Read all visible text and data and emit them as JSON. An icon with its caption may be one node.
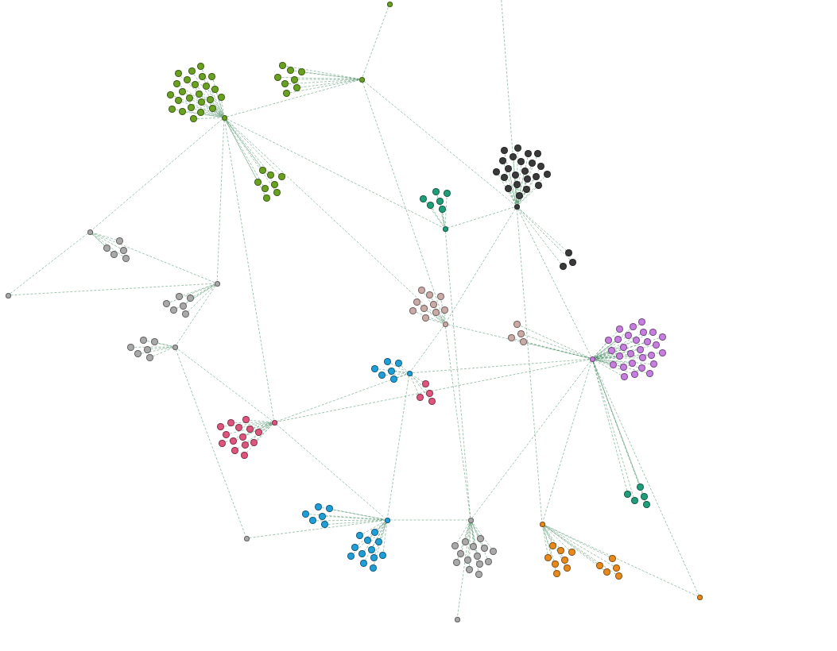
{
  "diagram": {
    "nodes": [
      {
        "text": [],
        "shape": "circle"
      },
      {
        "text": [],
        "shape": "circle"
      },
      {
        "text": [],
        "shape": "circle"
      },
      {
        "text": [],
        "shape": "circle"
      },
      {
        "text": [],
        "shape": "circle"
      },
      {
        "text": [],
        "shape": "circle"
      },
      {
        "text": [],
        "shape": "circle"
      },
      {
        "text": [],
        "shape": "circle"
      },
      {
        "text": [],
        "shape": "circle"
      },
      {
        "text": [],
        "shape": "circle"
      },
      {
        "text": [],
        "shape": "circle"
      },
      {
        "text": [],
        "shape": "circle"
      },
      {
        "text": [],
        "shape": "circle"
      },
      {
        "text": [],
        "shape": "circle"
      },
      {
        "text": [],
        "shape": "circle"
      },
      {
        "text": [],
        "shape": "circle"
      },
      {
        "text": [],
        "shape": "circle"
      },
      {
        "text": [],
        "shape": "circle"
      },
      {
        "text": [],
        "shape": "circle"
      },
      {
        "text": [],
        "shape": "circle"
      },
      {
        "text": [],
        "shape": "circle"
      },
      {
        "text": [],
        "shape": "circle"
      },
      {
        "text": [],
        "shape": "circle"
      },
      {
        "text": [],
        "shape": "circle"
      },
      {
        "text": [],
        "shape": "circle"
      },
      {
        "text": [],
        "shape": "circle"
      },
      {
        "text": [],
        "shape": "circle"
      },
      {
        "text": [],
        "shape": "circle"
      },
      {
        "text": [],
        "shape": "circle"
      },
      {
        "text": [],
        "shape": "circle"
      },
      {
        "text": [],
        "shape": "circle"
      },
      {
        "text": [],
        "shape": "circle"
      },
      {
        "text": [],
        "shape": "circle"
      },
      {
        "text": [],
        "shape": "circle"
      },
      {
        "text": [],
        "shape": "circle"
      },
      {
        "text": [],
        "shape": "circle"
      },
      {
        "text": [],
        "shape": "circle"
      },
      {
        "text": [],
        "shape": "circle"
      },
      {
        "text": [],
        "shape": "circle"
      },
      {
        "text": [],
        "shape": "circle"
      },
      {
        "text": [],
        "shape": "circle"
      },
      {
        "text": [],
        "shape": "circle"
      },
      {
        "text": [],
        "shape": "circle"
      },
      {
        "text": [],
        "shape": "circle"
      },
      {
        "text": [],
        "shape": "circle"
      },
      {
        "text": [],
        "shape": "circle"
      },
      {
        "text": [],
        "shape": "circle"
      },
      {
        "text": [],
        "shape": "circle"
      },
      {
        "text": [],
        "shape": "circle"
      },
      {
        "text": [],
        "shape": "circle"
      },
      {
        "text": [],
        "shape": "circle"
      },
      {
        "text": [],
        "shape": "circle"
      },
      {
        "text": [],
        "shape": "circle"
      },
      {
        "text": [],
        "shape": "circle"
      },
      {
        "text": [],
        "shape": "circle"
      },
      {
        "text": [],
        "shape": "circle"
      },
      {
        "text": [],
        "shape": "circle"
      },
      {
        "text": [],
        "shape": "circle"
      },
      {
        "text": [],
        "shape": "circle"
      },
      {
        "text": [],
        "shape": "circle"
      },
      {
        "text": [],
        "shape": "circle"
      },
      {
        "text": [],
        "shape": "circle"
      },
      {
        "text": [],
        "shape": "circle"
      },
      {
        "text": [],
        "shape": "circle"
      },
      {
        "text": [],
        "shape": "circle"
      },
      {
        "text": [],
        "shape": "circle"
      },
      {
        "text": [],
        "shape": "circle"
      },
      {
        "text": [],
        "shape": "circle"
      },
      {
        "text": [],
        "shape": "circle"
      },
      {
        "text": [],
        "shape": "circle"
      },
      {
        "text": [],
        "shape": "circle"
      },
      {
        "text": [],
        "shape": "circle"
      },
      {
        "text": [],
        "shape": "circle"
      },
      {
        "text": [],
        "shape": "circle"
      },
      {
        "text": [],
        "shape": "circle"
      },
      {
        "text": [],
        "shape": "circle"
      },
      {
        "text": [],
        "shape": "circle"
      },
      {
        "text": [],
        "shape": "circle"
      },
      {
        "text": [],
        "shape": "circle"
      },
      {
        "text": [],
        "shape": "circle"
      },
      {
        "text": [],
        "shape": "circle"
      },
      {
        "text": [],
        "shape": "circle"
      },
      {
        "text": [],
        "shape": "circle"
      },
      {
        "text": [],
        "shape": "circle"
      },
      {
        "text": [],
        "shape": "circle"
      },
      {
        "text": [],
        "shape": "circle"
      },
      {
        "text": [],
        "shape": "circle"
      },
      {
        "text": [],
        "shape": "circle"
      },
      {
        "text": [],
        "shape": "circle"
      },
      {
        "text": [],
        "shape": "circle"
      },
      {
        "text": [],
        "shape": "circle"
      },
      {
        "text": [],
        "shape": "circle"
      },
      {
        "text": [],
        "shape": "circle"
      },
      {
        "text": [],
        "shape": "circle"
      },
      {
        "text": [],
        "shape": "circle"
      },
      {
        "text": [],
        "shape": "circle"
      },
      {
        "text": [],
        "shape": "circle"
      },
      {
        "text": [],
        "shape": "circle"
      },
      {
        "text": [],
        "shape": "circle"
      },
      {
        "text": [],
        "shape": "circle"
      },
      {
        "text": [],
        "shape": "circle"
      },
      {
        "text": [],
        "shape": "circle"
      },
      {
        "text": [],
        "shape": "circle"
      },
      {
        "text": [],
        "shape": "circle"
      },
      {
        "text": [],
        "shape": "circle"
      },
      {
        "text": [],
        "shape": "circle"
      },
      {
        "text": [],
        "shape": "circle"
      },
      {
        "text": [],
        "shape": "circle"
      },
      {
        "text": [],
        "shape": "circle"
      },
      {
        "text": [],
        "shape": "circle"
      },
      {
        "text": [],
        "shape": "circle"
      },
      {
        "text": [],
        "shape": "circle"
      },
      {
        "text": [],
        "shape": "circle"
      },
      {
        "text": [],
        "shape": "circle"
      },
      {
        "text": [],
        "shape": "circle"
      },
      {
        "text": [],
        "shape": "circle"
      },
      {
        "text": [],
        "shape": "circle"
      },
      {
        "text": [],
        "shape": "circle"
      },
      {
        "text": [],
        "shape": "circle"
      },
      {
        "text": [],
        "shape": "circle"
      },
      {
        "text": [],
        "shape": "circle"
      },
      {
        "text": [],
        "shape": "circle"
      },
      {
        "text": [],
        "shape": "circle"
      },
      {
        "text": [],
        "shape": "circle"
      },
      {
        "text": [],
        "shape": "circle"
      },
      {
        "text": [],
        "shape": "circle"
      },
      {
        "text": [],
        "shape": "circle"
      },
      {
        "text": [],
        "shape": "circle"
      },
      {
        "text": [],
        "shape": "circle"
      },
      {
        "text": [],
        "shape": "circle"
      },
      {
        "text": [],
        "shape": "circle"
      },
      {
        "text": [],
        "shape": "circle"
      },
      {
        "text": [],
        "shape": "circle"
      },
      {
        "text": [],
        "shape": "circle"
      },
      {
        "text": [],
        "shape": "circle"
      },
      {
        "text": [],
        "shape": "circle"
      },
      {
        "text": [],
        "shape": "circle"
      },
      {
        "text": [],
        "shape": "circle"
      },
      {
        "text": [],
        "shape": "circle"
      },
      {
        "text": [],
        "shape": "circle"
      },
      {
        "text": [],
        "shape": "circle"
      },
      {
        "text": [],
        "shape": "circle"
      },
      {
        "text": [],
        "shape": "circle"
      },
      {
        "text": [],
        "shape": "circle"
      },
      {
        "text": [],
        "shape": "circle"
      },
      {
        "text": [],
        "shape": "circle"
      },
      {
        "text": [],
        "shape": "circle"
      },
      {
        "text": [],
        "shape": "circle"
      },
      {
        "text": [],
        "shape": "circle"
      },
      {
        "text": [],
        "shape": "circle"
      },
      {
        "text": [],
        "shape": "circle"
      },
      {
        "text": [],
        "shape": "circle"
      },
      {
        "text": [],
        "shape": "circle"
      },
      {
        "text": [],
        "shape": "circle"
      },
      {
        "text": [],
        "shape": "circle"
      },
      {
        "text": [],
        "shape": "circle"
      },
      {
        "text": [],
        "shape": "circle"
      },
      {
        "text": [],
        "shape": "circle"
      },
      {
        "text": [],
        "shape": "circle"
      },
      {
        "text": [],
        "shape": "circle"
      },
      {
        "text": [],
        "shape": "circle"
      },
      {
        "text": [],
        "shape": "circle"
      },
      {
        "text": [],
        "shape": "circle"
      },
      {
        "text": [],
        "shape": "circle"
      },
      {
        "text": [],
        "shape": "circle"
      },
      {
        "text": [],
        "shape": "circle"
      },
      {
        "text": [],
        "shape": "circle"
      },
      {
        "text": [],
        "shape": "circle"
      },
      {
        "text": [],
        "shape": "circle"
      },
      {
        "text": [],
        "shape": "circle"
      },
      {
        "text": [],
        "shape": "circle"
      },
      {
        "text": [],
        "shape": "circle"
      },
      {
        "text": [],
        "shape": "circle"
      },
      {
        "text": [],
        "shape": "circle"
      },
      {
        "text": [],
        "shape": "circle"
      },
      {
        "text": [],
        "shape": "circle"
      },
      {
        "text": [],
        "shape": "circle"
      },
      {
        "text": [],
        "shape": "circle"
      },
      {
        "text": [],
        "shape": "circle"
      },
      {
        "text": [],
        "shape": "circle"
      },
      {
        "text": [],
        "shape": "circle"
      },
      {
        "text": [],
        "shape": "circle"
      },
      {
        "text": [],
        "shape": "circle"
      },
      {
        "text": [],
        "shape": "circle"
      },
      {
        "text": [],
        "shape": "circle"
      },
      {
        "text": [],
        "shape": "circle"
      },
      {
        "text": [],
        "shape": "circle"
      },
      {
        "text": [],
        "shape": "circle"
      },
      {
        "text": [],
        "shape": "circle"
      },
      {
        "text": [],
        "shape": "circle"
      },
      {
        "text": [],
        "shape": "circle"
      },
      {
        "text": [],
        "shape": "circle"
      },
      {
        "text": [],
        "shape": "circle"
      },
      {
        "text": [],
        "shape": "circle"
      },
      {
        "text": [],
        "shape": "circle"
      },
      {
        "text": [],
        "shape": "circle"
      },
      {
        "text": [],
        "shape": "circle"
      },
      {
        "text": [],
        "shape": "circle"
      },
      {
        "text": [],
        "shape": "circle"
      },
      {
        "text": [],
        "shape": "circle"
      },
      {
        "text": [],
        "shape": "circle"
      },
      {
        "text": [],
        "shape": "circle"
      },
      {
        "text": [],
        "shape": "circle"
      },
      {
        "text": [],
        "shape": "circle"
      },
      {
        "text": [],
        "shape": "circle"
      },
      {
        "text": [],
        "shape": "circle"
      },
      {
        "text": [],
        "shape": "circle"
      },
      {
        "text": [],
        "shape": "circle"
      },
      {
        "text": [],
        "shape": "circle"
      },
      {
        "text": [],
        "shape": "circle"
      },
      {
        "text": [],
        "shape": "circle"
      },
      {
        "text": [],
        "shape": "circle"
      },
      {
        "text": [],
        "shape": "circle"
      },
      {
        "text": [],
        "shape": "circle"
      },
      {
        "text": [],
        "shape": "circle"
      },
      {
        "text": [],
        "shape": "circle"
      },
      {
        "text": [],
        "shape": "circle"
      },
      {
        "text": [],
        "shape": "circle"
      },
      {
        "text": [],
        "shape": "circle"
      },
      {
        "text": [],
        "shape": "circle"
      },
      {
        "text": [],
        "shape": "circle"
      },
      {
        "text": [],
        "shape": "circle"
      },
      {
        "text": [],
        "shape": "circle"
      }
    ],
    "edges": [
      {
        "from": 19,
        "to": 0,
        "arrow": "none"
      },
      {
        "from": 20,
        "to": 0,
        "arrow": "none"
      },
      {
        "from": 21,
        "to": 0,
        "arrow": "none"
      },
      {
        "from": 22,
        "to": 0,
        "arrow": "none"
      },
      {
        "from": 23,
        "to": 0,
        "arrow": "none"
      },
      {
        "from": 24,
        "to": 0,
        "arrow": "none"
      },
      {
        "from": 25,
        "to": 0,
        "arrow": "none"
      },
      {
        "from": 26,
        "to": 0,
        "arrow": "none"
      },
      {
        "from": 27,
        "to": 0,
        "arrow": "none"
      },
      {
        "from": 28,
        "to": 0,
        "arrow": "none"
      },
      {
        "from": 29,
        "to": 0,
        "arrow": "none"
      },
      {
        "from": 30,
        "to": 0,
        "arrow": "none"
      },
      {
        "from": 31,
        "to": 0,
        "arrow": "none"
      },
      {
        "from": 32,
        "to": 0,
        "arrow": "none"
      },
      {
        "from": 33,
        "to": 0,
        "arrow": "none"
      },
      {
        "from": 34,
        "to": 0,
        "arrow": "none"
      },
      {
        "from": 35,
        "to": 0,
        "arrow": "none"
      },
      {
        "from": 36,
        "to": 0,
        "arrow": "none"
      },
      {
        "from": 37,
        "to": 0,
        "arrow": "none"
      },
      {
        "from": 38,
        "to": 0,
        "arrow": "none"
      },
      {
        "from": 39,
        "to": 0,
        "arrow": "none"
      },
      {
        "from": 40,
        "to": 0,
        "arrow": "none"
      },
      {
        "from": 41,
        "to": 0,
        "arrow": "none"
      },
      {
        "from": 42,
        "to": 0,
        "arrow": "none"
      },
      {
        "from": 43,
        "to": 1,
        "arrow": "none"
      },
      {
        "from": 44,
        "to": 1,
        "arrow": "none"
      },
      {
        "from": 45,
        "to": 1,
        "arrow": "none"
      },
      {
        "from": 46,
        "to": 1,
        "arrow": "none"
      },
      {
        "from": 47,
        "to": 1,
        "arrow": "none"
      },
      {
        "from": 48,
        "to": 1,
        "arrow": "none"
      },
      {
        "from": 49,
        "to": 1,
        "arrow": "none"
      },
      {
        "from": 50,
        "to": 1,
        "arrow": "none"
      },
      {
        "from": 51,
        "to": 0,
        "arrow": "none"
      },
      {
        "from": 52,
        "to": 0,
        "arrow": "none"
      },
      {
        "from": 53,
        "to": 0,
        "arrow": "none"
      },
      {
        "from": 54,
        "to": 0,
        "arrow": "none"
      },
      {
        "from": 55,
        "to": 0,
        "arrow": "none"
      },
      {
        "from": 56,
        "to": 0,
        "arrow": "none"
      },
      {
        "from": 57,
        "to": 0,
        "arrow": "none"
      },
      {
        "from": 58,
        "to": 0,
        "arrow": "none"
      },
      {
        "from": 59,
        "to": 2,
        "arrow": "none"
      },
      {
        "from": 60,
        "to": 2,
        "arrow": "none"
      },
      {
        "from": 61,
        "to": 2,
        "arrow": "none"
      },
      {
        "from": 62,
        "to": 2,
        "arrow": "none"
      },
      {
        "from": 63,
        "to": 2,
        "arrow": "none"
      },
      {
        "from": 64,
        "to": 2,
        "arrow": "none"
      },
      {
        "from": 65,
        "to": 2,
        "arrow": "none"
      },
      {
        "from": 66,
        "to": 2,
        "arrow": "none"
      },
      {
        "from": 67,
        "to": 2,
        "arrow": "none"
      },
      {
        "from": 68,
        "to": 2,
        "arrow": "none"
      },
      {
        "from": 69,
        "to": 2,
        "arrow": "none"
      },
      {
        "from": 70,
        "to": 2,
        "arrow": "none"
      },
      {
        "from": 71,
        "to": 2,
        "arrow": "none"
      },
      {
        "from": 72,
        "to": 2,
        "arrow": "none"
      },
      {
        "from": 73,
        "to": 2,
        "arrow": "none"
      },
      {
        "from": 74,
        "to": 2,
        "arrow": "none"
      },
      {
        "from": 75,
        "to": 2,
        "arrow": "none"
      },
      {
        "from": 76,
        "to": 2,
        "arrow": "none"
      },
      {
        "from": 77,
        "to": 2,
        "arrow": "none"
      },
      {
        "from": 78,
        "to": 2,
        "arrow": "none"
      },
      {
        "from": 79,
        "to": 2,
        "arrow": "none"
      },
      {
        "from": 80,
        "to": 2,
        "arrow": "none"
      },
      {
        "from": 81,
        "to": 3,
        "arrow": "none"
      },
      {
        "from": 82,
        "to": 3,
        "arrow": "none"
      },
      {
        "from": 83,
        "to": 3,
        "arrow": "none"
      },
      {
        "from": 84,
        "to": 3,
        "arrow": "none"
      },
      {
        "from": 85,
        "to": 3,
        "arrow": "none"
      },
      {
        "from": 86,
        "to": 3,
        "arrow": "none"
      },
      {
        "from": 87,
        "to": 3,
        "arrow": "none"
      },
      {
        "from": 88,
        "to": 3,
        "arrow": "none"
      },
      {
        "from": 89,
        "to": 3,
        "arrow": "none"
      },
      {
        "from": 90,
        "to": 3,
        "arrow": "none"
      },
      {
        "from": 91,
        "to": 3,
        "arrow": "none"
      },
      {
        "from": 92,
        "to": 3,
        "arrow": "none"
      },
      {
        "from": 93,
        "to": 3,
        "arrow": "none"
      },
      {
        "from": 94,
        "to": 3,
        "arrow": "none"
      },
      {
        "from": 95,
        "to": 3,
        "arrow": "none"
      },
      {
        "from": 96,
        "to": 3,
        "arrow": "none"
      },
      {
        "from": 97,
        "to": 3,
        "arrow": "none"
      },
      {
        "from": 98,
        "to": 3,
        "arrow": "none"
      },
      {
        "from": 99,
        "to": 3,
        "arrow": "none"
      },
      {
        "from": 100,
        "to": 3,
        "arrow": "none"
      },
      {
        "from": 101,
        "to": 3,
        "arrow": "none"
      },
      {
        "from": 102,
        "to": 3,
        "arrow": "none"
      },
      {
        "from": 103,
        "to": 3,
        "arrow": "none"
      },
      {
        "from": 104,
        "to": 3,
        "arrow": "none"
      },
      {
        "from": 105,
        "to": 3,
        "arrow": "none"
      },
      {
        "from": 106,
        "to": 3,
        "arrow": "none"
      },
      {
        "from": 107,
        "to": 3,
        "arrow": "none"
      },
      {
        "from": 108,
        "to": 3,
        "arrow": "none"
      },
      {
        "from": 109,
        "to": 4,
        "arrow": "none"
      },
      {
        "from": 110,
        "to": 4,
        "arrow": "none"
      },
      {
        "from": 111,
        "to": 4,
        "arrow": "none"
      },
      {
        "from": 112,
        "to": 4,
        "arrow": "none"
      },
      {
        "from": 113,
        "to": 4,
        "arrow": "none"
      },
      {
        "from": 114,
        "to": 4,
        "arrow": "none"
      },
      {
        "from": 115,
        "to": 4,
        "arrow": "none"
      },
      {
        "from": 116,
        "to": 4,
        "arrow": "none"
      },
      {
        "from": 117,
        "to": 4,
        "arrow": "none"
      },
      {
        "from": 118,
        "to": 4,
        "arrow": "none"
      },
      {
        "from": 119,
        "to": 4,
        "arrow": "none"
      },
      {
        "from": 120,
        "to": 4,
        "arrow": "none"
      },
      {
        "from": 121,
        "to": 4,
        "arrow": "none"
      },
      {
        "from": 122,
        "to": 4,
        "arrow": "none"
      },
      {
        "from": 123,
        "to": 5,
        "arrow": "none"
      },
      {
        "from": 124,
        "to": 5,
        "arrow": "none"
      },
      {
        "from": 125,
        "to": 5,
        "arrow": "none"
      },
      {
        "from": 126,
        "to": 5,
        "arrow": "none"
      },
      {
        "from": 127,
        "to": 5,
        "arrow": "none"
      },
      {
        "from": 128,
        "to": 5,
        "arrow": "none"
      },
      {
        "from": 129,
        "to": 6,
        "arrow": "none"
      },
      {
        "from": 130,
        "to": 6,
        "arrow": "none"
      },
      {
        "from": 131,
        "to": 6,
        "arrow": "none"
      },
      {
        "from": 132,
        "to": 6,
        "arrow": "none"
      },
      {
        "from": 133,
        "to": 6,
        "arrow": "none"
      },
      {
        "from": 134,
        "to": 6,
        "arrow": "none"
      },
      {
        "from": 135,
        "to": 6,
        "arrow": "none"
      },
      {
        "from": 136,
        "to": 6,
        "arrow": "none"
      },
      {
        "from": 137,
        "to": 6,
        "arrow": "none"
      },
      {
        "from": 138,
        "to": 6,
        "arrow": "none"
      },
      {
        "from": 139,
        "to": 7,
        "arrow": "none"
      },
      {
        "from": 140,
        "to": 7,
        "arrow": "none"
      },
      {
        "from": 141,
        "to": 7,
        "arrow": "none"
      },
      {
        "from": 142,
        "to": 7,
        "arrow": "none"
      },
      {
        "from": 143,
        "to": 7,
        "arrow": "none"
      },
      {
        "from": 144,
        "to": 7,
        "arrow": "none"
      },
      {
        "from": 145,
        "to": 8,
        "arrow": "none"
      },
      {
        "from": 146,
        "to": 8,
        "arrow": "none"
      },
      {
        "from": 147,
        "to": 8,
        "arrow": "none"
      },
      {
        "from": 148,
        "to": 8,
        "arrow": "none"
      },
      {
        "from": 149,
        "to": 8,
        "arrow": "none"
      },
      {
        "from": 150,
        "to": 8,
        "arrow": "none"
      },
      {
        "from": 151,
        "to": 8,
        "arrow": "none"
      },
      {
        "from": 152,
        "to": 8,
        "arrow": "none"
      },
      {
        "from": 153,
        "to": 8,
        "arrow": "none"
      },
      {
        "from": 154,
        "to": 8,
        "arrow": "none"
      },
      {
        "from": 155,
        "to": 8,
        "arrow": "none"
      },
      {
        "from": 156,
        "to": 8,
        "arrow": "none"
      },
      {
        "from": 157,
        "to": 8,
        "arrow": "none"
      },
      {
        "from": 158,
        "to": 8,
        "arrow": "none"
      },
      {
        "from": 159,
        "to": 8,
        "arrow": "none"
      },
      {
        "from": 160,
        "to": 8,
        "arrow": "none"
      },
      {
        "from": 161,
        "to": 8,
        "arrow": "none"
      },
      {
        "from": 162,
        "to": 8,
        "arrow": "none"
      },
      {
        "from": 163,
        "to": 9,
        "arrow": "none"
      },
      {
        "from": 164,
        "to": 9,
        "arrow": "none"
      },
      {
        "from": 165,
        "to": 9,
        "arrow": "none"
      },
      {
        "from": 166,
        "to": 9,
        "arrow": "none"
      },
      {
        "from": 167,
        "to": 9,
        "arrow": "none"
      },
      {
        "from": 168,
        "to": 9,
        "arrow": "none"
      },
      {
        "from": 169,
        "to": 9,
        "arrow": "none"
      },
      {
        "from": 170,
        "to": 9,
        "arrow": "none"
      },
      {
        "from": 171,
        "to": 9,
        "arrow": "none"
      },
      {
        "from": 172,
        "to": 9,
        "arrow": "none"
      },
      {
        "from": 173,
        "to": 9,
        "arrow": "none"
      },
      {
        "from": 174,
        "to": 9,
        "arrow": "none"
      },
      {
        "from": 175,
        "to": 9,
        "arrow": "none"
      },
      {
        "from": 176,
        "to": 9,
        "arrow": "none"
      },
      {
        "from": 177,
        "to": 10,
        "arrow": "none"
      },
      {
        "from": 178,
        "to": 10,
        "arrow": "none"
      },
      {
        "from": 179,
        "to": 10,
        "arrow": "none"
      },
      {
        "from": 180,
        "to": 10,
        "arrow": "none"
      },
      {
        "from": 181,
        "to": 10,
        "arrow": "none"
      },
      {
        "from": 182,
        "to": 10,
        "arrow": "none"
      },
      {
        "from": 183,
        "to": 10,
        "arrow": "none"
      },
      {
        "from": 184,
        "to": 10,
        "arrow": "none"
      },
      {
        "from": 185,
        "to": 10,
        "arrow": "none"
      },
      {
        "from": 186,
        "to": 10,
        "arrow": "none"
      },
      {
        "from": 187,
        "to": 10,
        "arrow": "none"
      },
      {
        "from": 188,
        "to": 10,
        "arrow": "none"
      },
      {
        "from": 189,
        "to": 10,
        "arrow": "none"
      },
      {
        "from": 190,
        "to": 3,
        "arrow": "none"
      },
      {
        "from": 191,
        "to": 3,
        "arrow": "none"
      },
      {
        "from": 192,
        "to": 3,
        "arrow": "none"
      },
      {
        "from": 193,
        "to": 3,
        "arrow": "none"
      },
      {
        "from": 194,
        "to": 3,
        "arrow": "none"
      },
      {
        "from": 195,
        "to": 2,
        "arrow": "none"
      },
      {
        "from": 196,
        "to": 2,
        "arrow": "none"
      },
      {
        "from": 197,
        "to": 2,
        "arrow": "none"
      },
      {
        "from": 198,
        "to": 13,
        "arrow": "none"
      },
      {
        "from": 199,
        "to": 13,
        "arrow": "none"
      },
      {
        "from": 200,
        "to": 13,
        "arrow": "none"
      },
      {
        "from": 201,
        "to": 13,
        "arrow": "none"
      },
      {
        "from": 202,
        "to": 13,
        "arrow": "none"
      },
      {
        "from": 203,
        "to": 12,
        "arrow": "none"
      },
      {
        "from": 204,
        "to": 12,
        "arrow": "none"
      },
      {
        "from": 205,
        "to": 12,
        "arrow": "none"
      },
      {
        "from": 206,
        "to": 12,
        "arrow": "none"
      },
      {
        "from": 207,
        "to": 12,
        "arrow": "none"
      },
      {
        "from": 208,
        "to": 12,
        "arrow": "none"
      },
      {
        "from": 209,
        "to": 11,
        "arrow": "none"
      },
      {
        "from": 210,
        "to": 11,
        "arrow": "none"
      },
      {
        "from": 211,
        "to": 11,
        "arrow": "none"
      },
      {
        "from": 212,
        "to": 11,
        "arrow": "none"
      },
      {
        "from": 213,
        "to": 11,
        "arrow": "none"
      },
      {
        "from": 214,
        "to": 11,
        "arrow": "none"
      },
      {
        "from": 215,
        "to": 7,
        "arrow": "none"
      },
      {
        "from": 216,
        "to": 7,
        "arrow": "none"
      },
      {
        "from": 217,
        "to": 7,
        "arrow": "none"
      },
      {
        "from": 218,
        "to": 7,
        "arrow": "none"
      },
      {
        "from": 219,
        "to": 3,
        "arrow": "none"
      },
      {
        "from": 220,
        "to": 3,
        "arrow": "none"
      },
      {
        "from": 221,
        "to": 3,
        "arrow": "none"
      },
      {
        "from": 222,
        "to": 3,
        "arrow": "none"
      },
      {
        "from": 0,
        "to": 1,
        "arrow": "none"
      },
      {
        "from": 0,
        "to": 13,
        "arrow": "none"
      },
      {
        "from": 0,
        "to": 5,
        "arrow": "none"
      },
      {
        "from": 0,
        "to": 6,
        "arrow": "none"
      },
      {
        "from": 0,
        "to": 11,
        "arrow": "none"
      },
      {
        "from": 1,
        "to": 2,
        "arrow": "none"
      },
      {
        "from": 1,
        "to": 17,
        "arrow": "none"
      },
      {
        "from": 1,
        "to": 6,
        "arrow": "none"
      },
      {
        "from": 2,
        "to": 5,
        "arrow": "none"
      },
      {
        "from": 2,
        "to": 6,
        "arrow": "none"
      },
      {
        "from": 2,
        "to": 3,
        "arrow": "none"
      },
      {
        "from": 2,
        "to": 10,
        "arrow": "none"
      },
      {
        "from": 3,
        "to": 6,
        "arrow": "none"
      },
      {
        "from": 3,
        "to": 7,
        "arrow": "none"
      },
      {
        "from": 3,
        "to": 4,
        "arrow": "none"
      },
      {
        "from": 3,
        "to": 9,
        "arrow": "none"
      },
      {
        "from": 3,
        "to": 10,
        "arrow": "none"
      },
      {
        "from": 3,
        "to": 15,
        "arrow": "none"
      },
      {
        "from": 4,
        "to": 12,
        "arrow": "none"
      },
      {
        "from": 4,
        "to": 7,
        "arrow": "none"
      },
      {
        "from": 4,
        "to": 8,
        "arrow": "none"
      },
      {
        "from": 6,
        "to": 9,
        "arrow": "none"
      },
      {
        "from": 6,
        "to": 7,
        "arrow": "none"
      },
      {
        "from": 7,
        "to": 8,
        "arrow": "none"
      },
      {
        "from": 8,
        "to": 9,
        "arrow": "none"
      },
      {
        "from": 9,
        "to": 16,
        "arrow": "none"
      },
      {
        "from": 10,
        "to": 15,
        "arrow": "none"
      },
      {
        "from": 11,
        "to": 13,
        "arrow": "none"
      },
      {
        "from": 11,
        "to": 12,
        "arrow": "none"
      },
      {
        "from": 13,
        "to": 14,
        "arrow": "none"
      },
      {
        "from": 12,
        "to": 18,
        "arrow": "none"
      },
      {
        "from": 18,
        "to": 8,
        "arrow": "none"
      },
      {
        "from": 14,
        "to": 11,
        "arrow": "none"
      },
      {
        "from": 5,
        "to": 9,
        "arrow": "none"
      },
      {
        "from": 0,
        "to": 4,
        "arrow": "none"
      },
      {
        "from": null,
        "to": 2,
        "arrow": "none"
      }
    ]
  }
}
